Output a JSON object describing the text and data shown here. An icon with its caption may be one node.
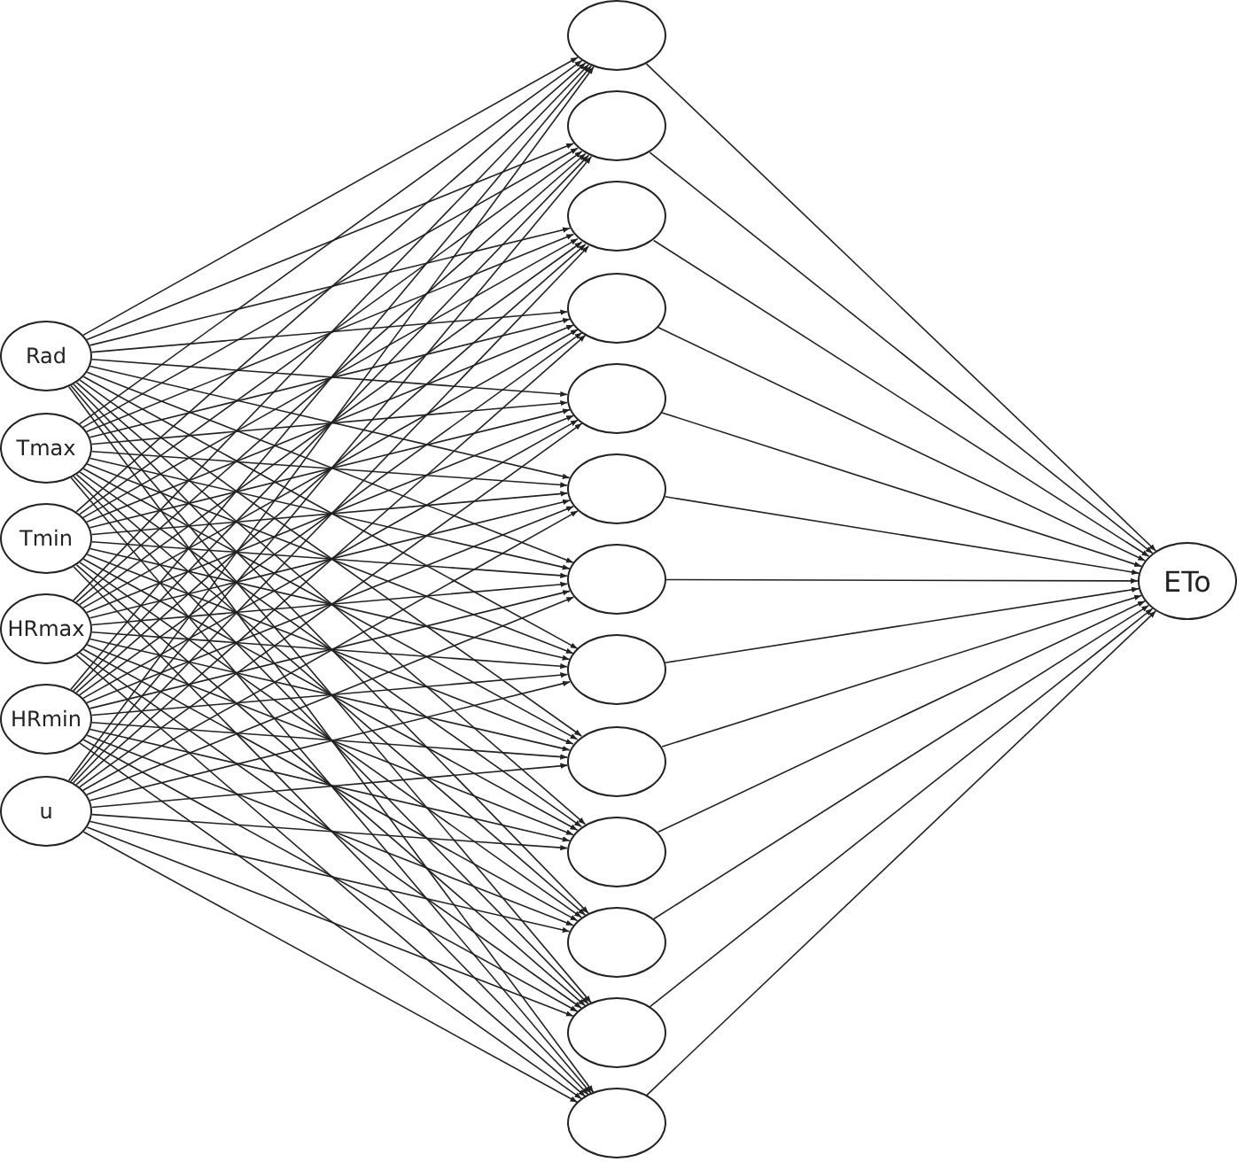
{
  "diagram": {
    "nodes": [
      {
        "text": [
          "Rad"
        ]
      },
      {
        "text": [
          "Tmax"
        ]
      },
      {
        "text": [
          "Tmin"
        ]
      },
      {
        "text": [
          "HRmax"
        ]
      },
      {
        "text": [
          "HRmin"
        ]
      },
      {
        "text": [
          "u"
        ]
      },
      {
        "text": [],
        "shape": "circle"
      },
      {
        "text": [],
        "shape": "circle"
      },
      {
        "text": [],
        "shape": "circle"
      },
      {
        "text": [],
        "shape": "circle"
      },
      {
        "text": [],
        "shape": "circle"
      },
      {
        "text": [],
        "shape": "circle"
      },
      {
        "text": [],
        "shape": "circle"
      },
      {
        "text": [],
        "shape": "circle"
      },
      {
        "text": [],
        "shape": "circle"
      },
      {
        "text": [],
        "shape": "circle"
      },
      {
        "text": [],
        "shape": "circle"
      },
      {
        "text": [],
        "shape": "circle"
      },
      {
        "text": [],
        "shape": "circle"
      },
      {
        "text": [
          "ETo"
        ]
      }
    ],
    "edges": [
      {
        "from": 0,
        "to": 6,
        "arrow": "to"
      },
      {
        "from": 0,
        "to": 7,
        "arrow": "to"
      },
      {
        "from": 0,
        "to": 8,
        "arrow": "to"
      },
      {
        "from": 0,
        "to": 9,
        "arrow": "to"
      },
      {
        "from": 0,
        "to": 10,
        "arrow": "to"
      },
      {
        "from": 0,
        "to": 11,
        "arrow": "to"
      },
      {
        "from": 0,
        "to": 12,
        "arrow": "to"
      },
      {
        "from": 0,
        "to": 13,
        "arrow": "to"
      },
      {
        "from": 0,
        "to": 14,
        "arrow": "to"
      },
      {
        "from": 0,
        "to": 15,
        "arrow": "to"
      },
      {
        "from": 0,
        "to": 16,
        "arrow": "to"
      },
      {
        "from": 0,
        "to": 17,
        "arrow": "to"
      },
      {
        "from": 0,
        "to": 18,
        "arrow": "to"
      },
      {
        "from": 1,
        "to": 6,
        "arrow": "to"
      },
      {
        "from": 1,
        "to": 7,
        "arrow": "to"
      },
      {
        "from": 1,
        "to": 8,
        "arrow": "to"
      },
      {
        "from": 1,
        "to": 9,
        "arrow": "to"
      },
      {
        "from": 1,
        "to": 10,
        "arrow": "to"
      },
      {
        "from": 1,
        "to": 11,
        "arrow": "to"
      },
      {
        "from": 1,
        "to": 12,
        "arrow": "to"
      },
      {
        "from": 1,
        "to": 13,
        "arrow": "to"
      },
      {
        "from": 1,
        "to": 14,
        "arrow": "to"
      },
      {
        "from": 1,
        "to": 15,
        "arrow": "to"
      },
      {
        "from": 1,
        "to": 16,
        "arrow": "to"
      },
      {
        "from": 1,
        "to": 17,
        "arrow": "to"
      },
      {
        "from": 1,
        "to": 18,
        "arrow": "to"
      },
      {
        "from": 2,
        "to": 6,
        "arrow": "to"
      },
      {
        "from": 2,
        "to": 7,
        "arrow": "to"
      },
      {
        "from": 2,
        "to": 8,
        "arrow": "to"
      },
      {
        "from": 2,
        "to": 9,
        "arrow": "to"
      },
      {
        "from": 2,
        "to": 10,
        "arrow": "to"
      },
      {
        "from": 2,
        "to": 11,
        "arrow": "to"
      },
      {
        "from": 2,
        "to": 12,
        "arrow": "to"
      },
      {
        "from": 2,
        "to": 13,
        "arrow": "to"
      },
      {
        "from": 2,
        "to": 14,
        "arrow": "to"
      },
      {
        "from": 2,
        "to": 15,
        "arrow": "to"
      },
      {
        "from": 2,
        "to": 16,
        "arrow": "to"
      },
      {
        "from": 2,
        "to": 17,
        "arrow": "to"
      },
      {
        "from": 2,
        "to": 18,
        "arrow": "to"
      },
      {
        "from": 3,
        "to": 6,
        "arrow": "to"
      },
      {
        "from": 3,
        "to": 7,
        "arrow": "to"
      },
      {
        "from": 3,
        "to": 8,
        "arrow": "to"
      },
      {
        "from": 3,
        "to": 9,
        "arrow": "to"
      },
      {
        "from": 3,
        "to": 10,
        "arrow": "to"
      },
      {
        "from": 3,
        "to": 11,
        "arrow": "to"
      },
      {
        "from": 3,
        "to": 12,
        "arrow": "to"
      },
      {
        "from": 3,
        "to": 13,
        "arrow": "to"
      },
      {
        "from": 3,
        "to": 14,
        "arrow": "to"
      },
      {
        "from": 3,
        "to": 15,
        "arrow": "to"
      },
      {
        "from": 3,
        "to": 16,
        "arrow": "to"
      },
      {
        "from": 3,
        "to": 17,
        "arrow": "to"
      },
      {
        "from": 3,
        "to": 18,
        "arrow": "to"
      },
      {
        "from": 4,
        "to": 6,
        "arrow": "to"
      },
      {
        "from": 4,
        "to": 7,
        "arrow": "to"
      },
      {
        "from": 4,
        "to": 8,
        "arrow": "to"
      },
      {
        "from": 4,
        "to": 9,
        "arrow": "to"
      },
      {
        "from": 4,
        "to": 10,
        "arrow": "to"
      },
      {
        "from": 4,
        "to": 11,
        "arrow": "to"
      },
      {
        "from": 4,
        "to": 12,
        "arrow": "to"
      },
      {
        "from": 4,
        "to": 13,
        "arrow": "to"
      },
      {
        "from": 4,
        "to": 14,
        "arrow": "to"
      },
      {
        "from": 4,
        "to": 15,
        "arrow": "to"
      },
      {
        "from": 4,
        "to": 16,
        "arrow": "to"
      },
      {
        "from": 4,
        "to": 17,
        "arrow": "to"
      },
      {
        "from": 4,
        "to": 18,
        "arrow": "to"
      },
      {
        "from": 5,
        "to": 6,
        "arrow": "to"
      },
      {
        "from": 5,
        "to": 7,
        "arrow": "to"
      },
      {
        "from": 5,
        "to": 8,
        "arrow": "to"
      },
      {
        "from": 5,
        "to": 9,
        "arrow": "to"
      },
      {
        "from": 5,
        "to": 10,
        "arrow": "to"
      },
      {
        "from": 5,
        "to": 11,
        "arrow": "to"
      },
      {
        "from": 5,
        "to": 12,
        "arrow": "to"
      },
      {
        "from": 5,
        "to": 13,
        "arrow": "to"
      },
      {
        "from": 5,
        "to": 14,
        "arrow": "to"
      },
      {
        "from": 5,
        "to": 15,
        "arrow": "to"
      },
      {
        "from": 5,
        "to": 16,
        "arrow": "to"
      },
      {
        "from": 5,
        "to": 17,
        "arrow": "to"
      },
      {
        "from": 5,
        "to": 18,
        "arrow": "to"
      },
      {
        "from": 6,
        "to": 19,
        "arrow": "to"
      },
      {
        "from": 7,
        "to": 19,
        "arrow": "to"
      },
      {
        "from": 8,
        "to": 19,
        "arrow": "to"
      },
      {
        "from": 9,
        "to": 19,
        "arrow": "to"
      },
      {
        "from": 10,
        "to": 19,
        "arrow": "to"
      },
      {
        "from": 11,
        "to": 19,
        "arrow": "to"
      },
      {
        "from": 12,
        "to": 19,
        "arrow": "to"
      },
      {
        "from": 13,
        "to": 19,
        "arrow": "to"
      },
      {
        "from": 14,
        "to": 19,
        "arrow": "to"
      },
      {
        "from": 15,
        "to": 19,
        "arrow": "to"
      },
      {
        "from": 16,
        "to": 19,
        "arrow": "to"
      },
      {
        "from": 17,
        "to": 19,
        "arrow": "to"
      },
      {
        "from": 18,
        "to": 19,
        "arrow": "to"
      }
    ]
  }
}
